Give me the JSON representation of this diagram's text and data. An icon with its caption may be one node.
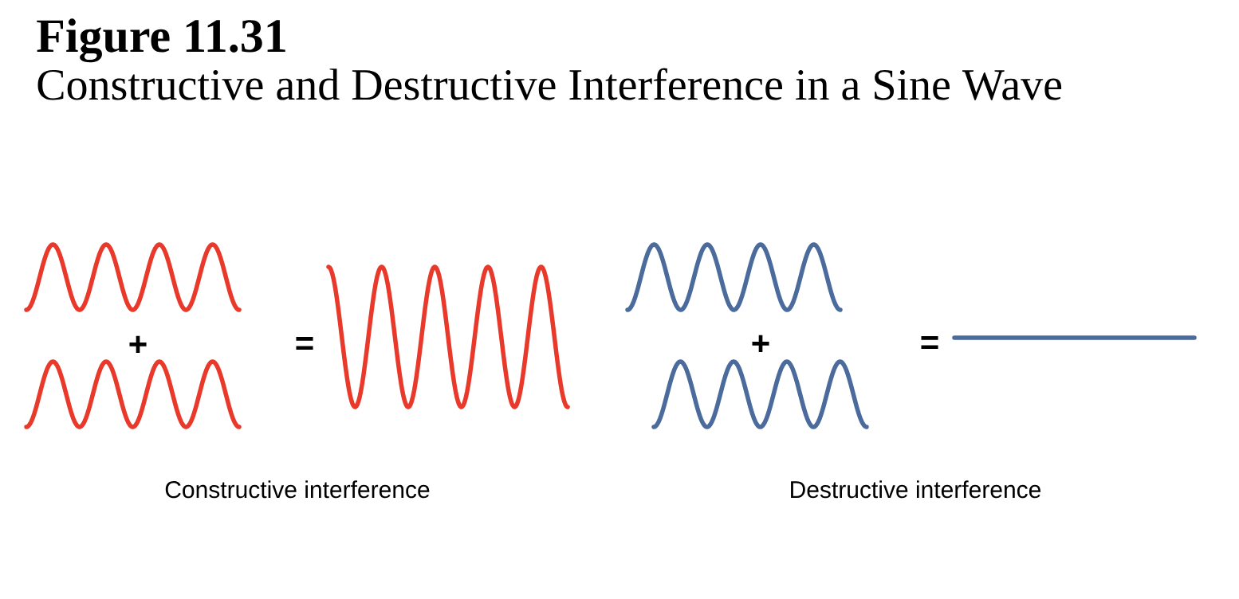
{
  "diagram": {
    "title": "Figure 11.31",
    "caption": "Constructive and Destructive Interference in a Sine Wave",
    "labels": [
      "+",
      "=",
      "+",
      "=",
      "Constructive interference",
      "Destructive interference"
    ]
  }
}
